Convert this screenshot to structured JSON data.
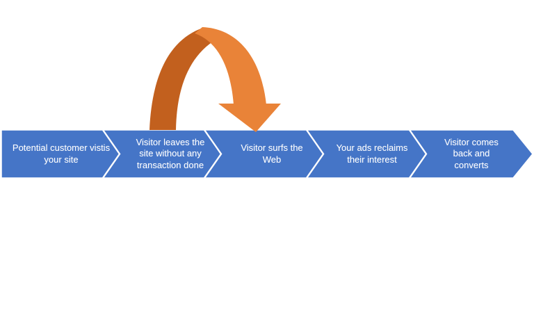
{
  "diagram": {
    "colors": {
      "bar": "#4575C7",
      "divider": "#FFFFFF",
      "arrow_dark": "#C2601E",
      "arrow_light": "#E98338",
      "text": "#FFFFFF",
      "background": "#FFFFFF"
    },
    "steps": [
      {
        "label": "Potential customer vistis\nyour site"
      },
      {
        "label": "Visitor leaves the\nsite without any\ntransaction done"
      },
      {
        "label": "Visitor surfs the\nWeb"
      },
      {
        "label": "Your ads reclaims\ntheir interest"
      },
      {
        "label": "Visitor comes\nback and\nconverts"
      }
    ]
  }
}
